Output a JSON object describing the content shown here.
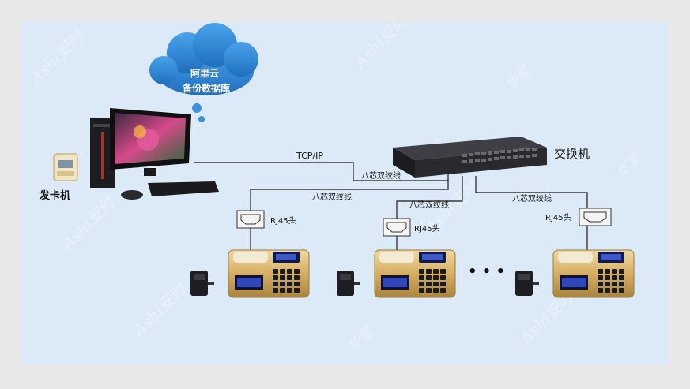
{
  "diagram": {
    "cloud": {
      "line1": "阿里云",
      "line2": "备份数据库"
    },
    "labels": {
      "card_issuer": "发卡机",
      "switch": "交换机",
      "tcpip": "TCP/IP",
      "cable_main": "八芯双绞线",
      "cable_left": "八芯双绞线",
      "cable_mid": "八芯双绞线",
      "cable_right": "八芯双绞线",
      "rj45_left": "RJ45头",
      "rj45_mid": "RJ45头",
      "rj45_right": "RJ45头"
    },
    "ellipsis": "• • •",
    "watermark": {
      "text_a": "Ashi安时",
      "text_b": "华星"
    },
    "colors": {
      "background": "#dceaf7",
      "cloud": "#2f86d2",
      "line": "#3a3a3a",
      "terminal_gold": "#d8b36a",
      "switch_body": "#2a2a2e"
    }
  }
}
